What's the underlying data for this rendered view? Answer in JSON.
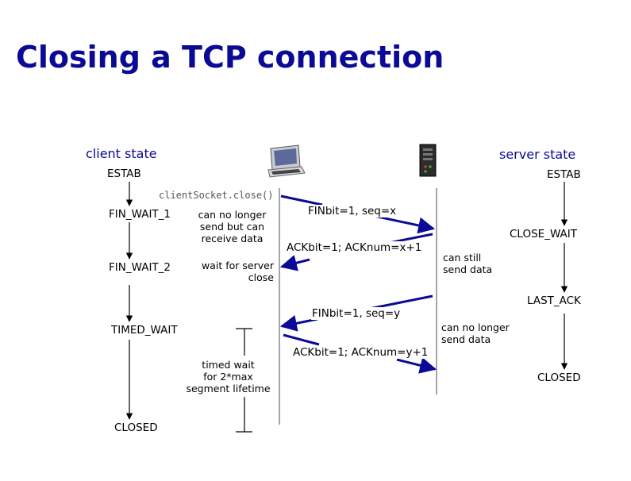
{
  "title": "Closing a TCP connection",
  "client": {
    "heading": "client state",
    "states": [
      "ESTAB",
      "FIN_WAIT_1",
      "FIN_WAIT_2",
      "TIMED_WAIT",
      "CLOSED"
    ],
    "call": "clientSocket.close()",
    "notes": {
      "fin_wait_1": "can no longer\nsend but can\nreceive data",
      "fin_wait_2": "wait for server\nclose",
      "timed_wait": "timed wait\nfor 2*max\nsegment lifetime"
    }
  },
  "server": {
    "heading": "server state",
    "states": [
      "ESTAB",
      "CLOSE_WAIT",
      "LAST_ACK",
      "CLOSED"
    ],
    "notes": {
      "close_wait": "can still\nsend data",
      "last_ack": "can no longer\nsend data"
    }
  },
  "messages": {
    "fin_client": "FINbit=1, seq=x",
    "ack_server": "ACKbit=1; ACKnum=x+1",
    "fin_server": "FINbit=1, seq=y",
    "ack_client": "ACKbit=1; ACKnum=y+1"
  },
  "icons": {
    "client": "desktop-computer-icon",
    "server": "server-tower-icon"
  },
  "colors": {
    "title": "#0a0a96",
    "arrow": "#0a0a96",
    "timeline": "#888888"
  }
}
